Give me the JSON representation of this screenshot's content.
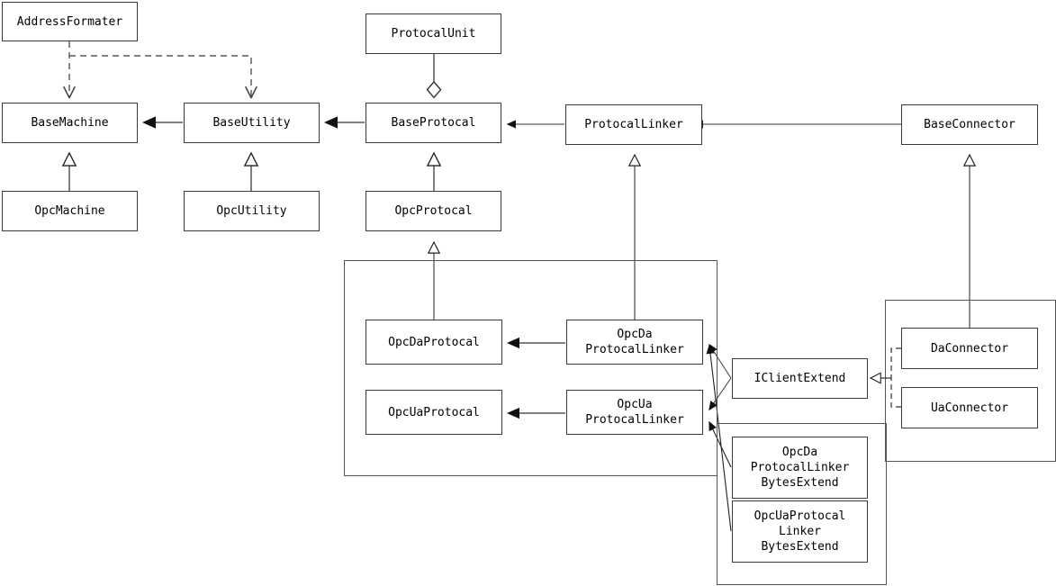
{
  "diagram": {
    "title": "OPC Protocol Class Diagram",
    "type": "uml-class-diagram",
    "stroke_color": "#3a3a3a",
    "group_stroke_color": "#555555",
    "background": "#ffffff"
  },
  "nodes": {
    "address_formater": {
      "label": "AddressFormater"
    },
    "base_machine": {
      "label": "BaseMachine"
    },
    "opc_machine": {
      "label": "OpcMachine"
    },
    "base_utility": {
      "label": "BaseUtility"
    },
    "opc_utility": {
      "label": "OpcUtility"
    },
    "protocal_unit": {
      "label": "ProtocalUnit"
    },
    "base_protocal": {
      "label": "BaseProtocal"
    },
    "opc_protocal": {
      "label": "OpcProtocal"
    },
    "protocal_linker": {
      "label": "ProtocalLinker"
    },
    "base_connector": {
      "label": "BaseConnector"
    },
    "opc_da_protocal": {
      "label": "OpcDaProtocal"
    },
    "opc_ua_protocal": {
      "label": "OpcUaProtocal"
    },
    "opc_da_protocal_linker": {
      "label": "OpcDa\nProtocalLinker"
    },
    "opc_ua_protocal_linker": {
      "label": "OpcUa\nProtocalLinker"
    },
    "iclient_extend": {
      "label": "IClientExtend"
    },
    "opc_da_protocal_linker_bytes_extend": {
      "label": "OpcDa\nProtocalLinker\nBytesExtend"
    },
    "opc_ua_protocal_linker_bytes_extend": {
      "label": "OpcUaProtocal\nLinker\nBytesExtend"
    },
    "da_connector": {
      "label": "DaConnector"
    },
    "ua_connector": {
      "label": "UaConnector"
    }
  },
  "groups": {
    "protocal_impl_group": {
      "label": ""
    },
    "connector_group": {
      "label": ""
    },
    "extend_group": {
      "label": ""
    }
  },
  "relationships": [
    {
      "from": "address_formater",
      "to": "base_machine",
      "kind": "dependency-dashed-open-arrow"
    },
    {
      "from": "address_formater",
      "to": "base_utility",
      "kind": "dependency-dashed-open-arrow"
    },
    {
      "from": "base_utility",
      "to": "base_machine",
      "kind": "association-solid-filled-arrow"
    },
    {
      "from": "base_protocal",
      "to": "base_utility",
      "kind": "association-solid-filled-arrow"
    },
    {
      "from": "protocal_linker",
      "to": "base_protocal",
      "kind": "association-solid-filled-arrow"
    },
    {
      "from": "base_connector",
      "to": "protocal_linker",
      "kind": "association-solid-filled-arrow"
    },
    {
      "from": "protocal_unit",
      "to": "base_protocal",
      "kind": "aggregation-diamond"
    },
    {
      "from": "opc_machine",
      "to": "base_machine",
      "kind": "inheritance-hollow-triangle"
    },
    {
      "from": "opc_utility",
      "to": "base_utility",
      "kind": "inheritance-hollow-triangle"
    },
    {
      "from": "opc_protocal",
      "to": "base_protocal",
      "kind": "inheritance-hollow-triangle"
    },
    {
      "from": "opc_da_protocal",
      "to": "opc_protocal",
      "kind": "inheritance-hollow-triangle"
    },
    {
      "from": "opc_da_protocal_linker",
      "to": "protocal_linker",
      "kind": "inheritance-hollow-triangle"
    },
    {
      "from": "opc_da_protocal_linker",
      "to": "opc_da_protocal",
      "kind": "association-solid-filled-arrow"
    },
    {
      "from": "opc_ua_protocal_linker",
      "to": "opc_ua_protocal",
      "kind": "association-solid-filled-arrow"
    },
    {
      "from": "iclient_extend",
      "to": "opc_da_protocal_linker",
      "kind": "association-solid-filled-arrow"
    },
    {
      "from": "iclient_extend",
      "to": "opc_ua_protocal_linker",
      "kind": "association-solid-filled-arrow"
    },
    {
      "from": "opc_da_protocal_linker_bytes_extend",
      "to": "opc_ua_protocal_linker",
      "kind": "association-solid-filled-arrow"
    },
    {
      "from": "opc_ua_protocal_linker_bytes_extend",
      "to": "opc_da_protocal_linker",
      "kind": "association-solid-filled-arrow"
    },
    {
      "from": "da_connector",
      "to": "base_connector",
      "kind": "inheritance-hollow-triangle"
    },
    {
      "from": "da_connector",
      "to": "iclient_extend",
      "kind": "realization-dashed-hollow-triangle"
    },
    {
      "from": "ua_connector",
      "to": "iclient_extend",
      "kind": "realization-dashed-hollow-triangle"
    }
  ]
}
